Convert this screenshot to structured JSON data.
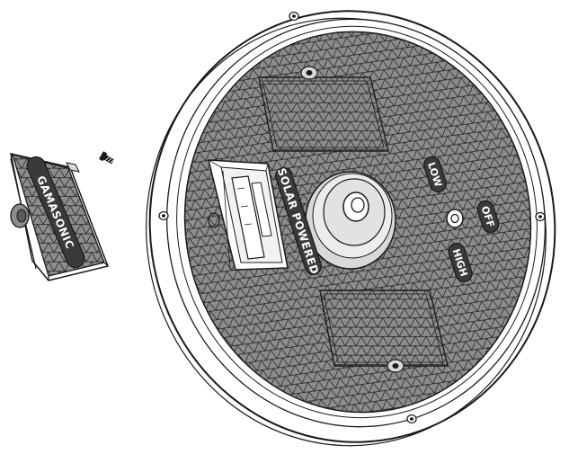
{
  "diagram": {
    "labels": {
      "brand": "GAMASONIC",
      "solar": "SOLAR POWERED",
      "low": "LOW",
      "off": "OFF",
      "high": "HIGH"
    },
    "colors": {
      "line": "#1a1a1a",
      "panel": "#8c8c8c",
      "rim": "#ffffff",
      "hub": "#d9d9d9",
      "pill": "#3a3a3a"
    }
  }
}
